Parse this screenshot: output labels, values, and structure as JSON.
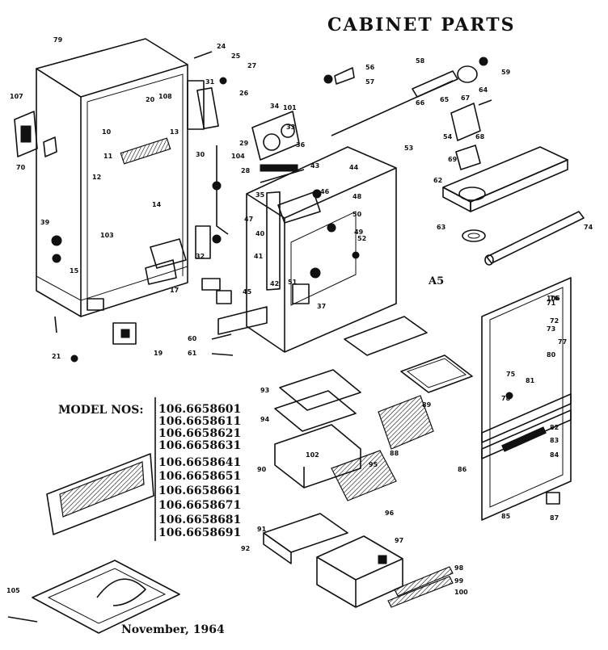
{
  "title": "CABINET PARTS",
  "section_label": "A5",
  "model_header": "MODEL NOS:",
  "model_numbers": [
    "106.6658601",
    "106.6658611",
    "106.6658621",
    "106.6658631",
    "106.6658641",
    "106.6658651",
    "106.6658661",
    "106.6658671",
    "106.6658681",
    "106.6658691"
  ],
  "date": "November, 1964",
  "callouts": [
    "107",
    "79",
    "10",
    "11",
    "12",
    "13",
    "14",
    "15",
    "17",
    "19",
    "20",
    "21",
    "24",
    "25",
    "26",
    "27",
    "28",
    "29",
    "30",
    "31",
    "32",
    "33",
    "34",
    "35",
    "36",
    "37",
    "39",
    "40",
    "41",
    "42",
    "43",
    "44",
    "45",
    "46",
    "47",
    "48",
    "49",
    "50",
    "51",
    "52",
    "53",
    "54",
    "56",
    "57",
    "58",
    "59",
    "60",
    "61",
    "62",
    "63",
    "64",
    "65",
    "66",
    "67",
    "68",
    "69",
    "70",
    "71",
    "72",
    "73",
    "74",
    "75",
    "76",
    "77",
    "78",
    "80",
    "81",
    "82",
    "83",
    "84",
    "85",
    "86",
    "87",
    "88",
    "89",
    "90",
    "91",
    "92",
    "93",
    "94",
    "95",
    "96",
    "97",
    "98",
    "99",
    "100",
    "101",
    "102",
    "103",
    "104",
    "105",
    "106",
    "108"
  ]
}
